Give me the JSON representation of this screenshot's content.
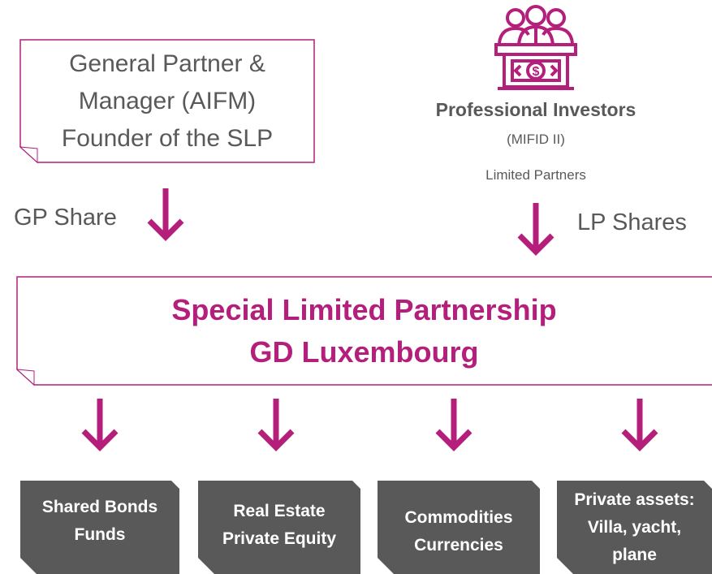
{
  "colors": {
    "accent": "#b41f7c",
    "outline": "#b41f7c",
    "text": "#595959",
    "asset_bg": "#595959",
    "asset_text": "#ffffff"
  },
  "general_partner": {
    "lines": [
      "General Partner &",
      "Manager (AIFM)",
      "Founder of the SLP"
    ]
  },
  "investors": {
    "icon": "investors-podium-icon",
    "icon_glyph": "$",
    "title": "Professional Investors",
    "regulation": "(MIFID II)",
    "role": "Limited Partners"
  },
  "shares": {
    "gp": "GP Share",
    "lp": "LP Shares"
  },
  "slp": {
    "line1": "Special Limited Partnership",
    "line2": "GD Luxembourg"
  },
  "assets": [
    {
      "lines": [
        "Shared Bonds",
        "Funds"
      ]
    },
    {
      "lines": [
        "Real Estate",
        "Private Equity"
      ]
    },
    {
      "lines": [
        "Commodities",
        "Currencies"
      ]
    },
    {
      "lines": [
        "Private assets:",
        "Villa, yacht,",
        "plane"
      ]
    }
  ]
}
